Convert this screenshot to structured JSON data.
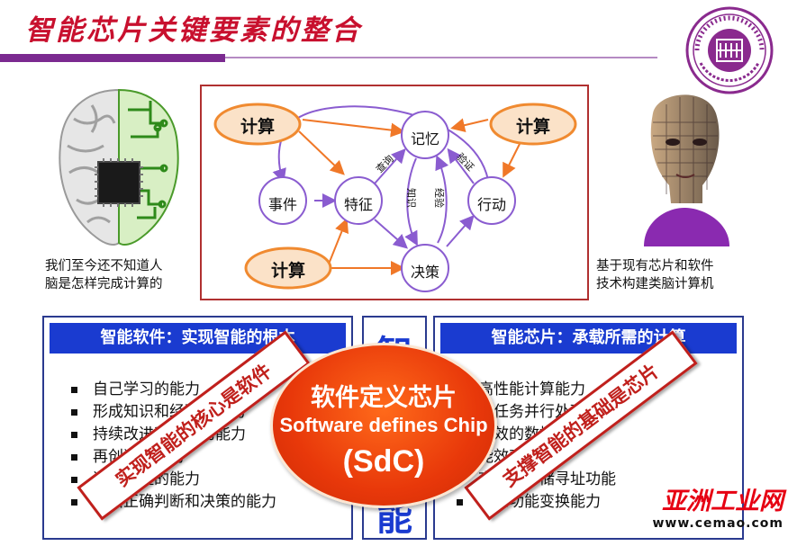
{
  "slide": {
    "title": "智能芯片关键要素的整合",
    "left_caption": [
      "我们至今还不知道人",
      "脑是怎样完成计算的"
    ],
    "right_caption": [
      "基于现有芯片和软件",
      "技术构建类脑计算机"
    ]
  },
  "diagram": {
    "compute_label": "计算",
    "nodes": {
      "memory": "记忆",
      "event": "事件",
      "feature": "特征",
      "action": "行动",
      "decision": "决策"
    },
    "edge_labels": {
      "query": "查询",
      "verify": "验证",
      "knowledge": "知识",
      "experience": "经验"
    }
  },
  "left_panel": {
    "heading": "智能软件：实现智能的根本",
    "items": [
      "自己学习的能力",
      "形成知识和经验的能力",
      "持续改进和积累的能力",
      "再创造的能力",
      "逻辑推理的能力",
      "做出正确判断和决策的能力"
    ],
    "banner": "实现智能的核心是软件"
  },
  "right_panel": {
    "heading": "智能芯片：承载所需的计算",
    "items": [
      "高性能计算能力",
      "多任务并行处理能力",
      "高效的数据交换",
      "能效率",
      "高效的存储寻址功能",
      "动态功能变换能力"
    ],
    "banner": "支撑智能的基础是芯片"
  },
  "middle_column": {
    "top_char": "智",
    "bottom_char": "能"
  },
  "center_oval": {
    "line1": "软件定义芯片",
    "line2": "Software defines Chip",
    "line3": "(SdC)"
  },
  "watermark": {
    "brand": "亚洲工业网",
    "url": "www.cemao.com"
  },
  "colors": {
    "title": "#c8102e",
    "accent_purple": "#7b2a90",
    "node_orange": "#f08a30",
    "node_orange_fill": "#fbe2c8",
    "arrow_purple": "#8a5cd0",
    "arrow_orange": "#f07828",
    "panel_header_blue": "#1a3bd0",
    "banner_red": "#c0201c",
    "oval_orange": "#e8380a"
  }
}
